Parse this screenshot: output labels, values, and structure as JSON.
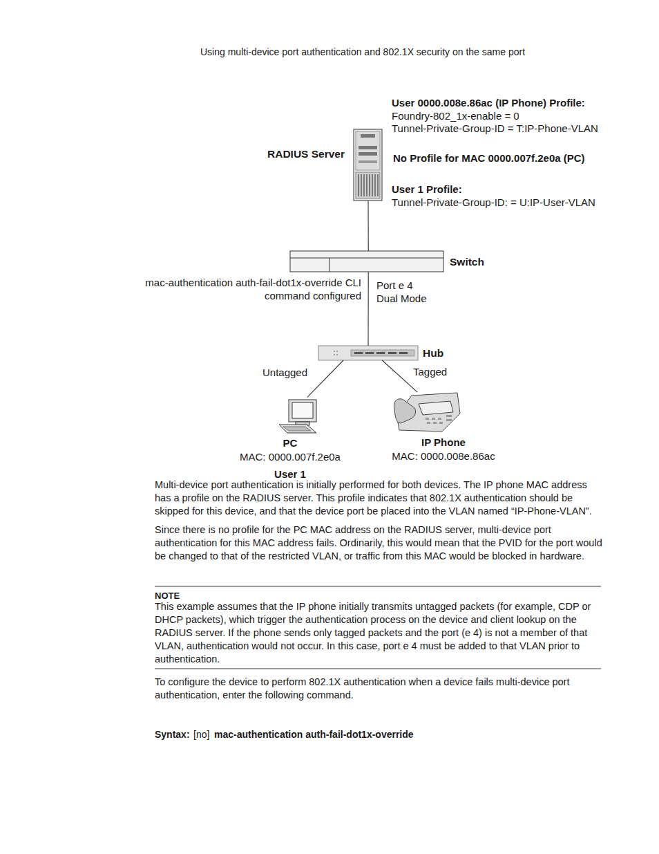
{
  "diagram": {
    "nodes": [
      {
        "text": [
          "RADIUS Server"
        ]
      },
      {
        "text": [
          "Switch"
        ]
      },
      {
        "text": [
          "Hub"
        ]
      },
      {
        "text": [
          "PC",
          "MAC: 0000.007f.2e0a",
          "User 1"
        ]
      },
      {
        "text": [
          "IP Phone",
          "MAC: 0000.008e.86ac"
        ]
      }
    ],
    "edges": [
      {
        "from": 0,
        "to": 1,
        "arrow": "none"
      },
      {
        "from": 1,
        "to": 2,
        "arrow": "none"
      },
      {
        "from": 2,
        "to": 3,
        "label": "Untagged",
        "arrow": "none"
      },
      {
        "from": 2,
        "to": 4,
        "label": "Tagged",
        "arrow": "none"
      }
    ],
    "labels": [
      "Using multi-device port authentication and 802.1X security on the same port",
      "User 0000.008e.86ac (IP Phone) Profile:",
      "Foundry-802_1x-enable = 0",
      "Tunnel-Private-Group-ID = T:IP-Phone-VLAN",
      "No Profile for MAC 0000.007f.2e0a (PC)",
      "User 1 Profile:",
      "Tunnel-Private-Group-ID: = U:IP-User-VLAN",
      "mac-authentication auth-fail-dot1x-override CLI command configured",
      "Port e 4 Dual Mode",
      "Multi-device port authentication is initially performed for both devices. The IP phone MAC address has a profile on the RADIUS server. This profile indicates that 802.1X authentication should be skipped for this device, and that the device port be placed into the VLAN named “IP-Phone-VLAN”.",
      "Since there is no profile for the PC MAC address on the RADIUS server, multi-device port authentication for this MAC address fails. Ordinarily, this would mean that the PVID for the port would be changed to that of the restricted VLAN, or traffic from this MAC would be blocked in hardware.",
      "NOTE",
      "This example assumes that the IP phone initially transmits untagged packets (for example, CDP or DHCP packets), which trigger the authentication process on the device and client lookup on the RADIUS server. If the phone sends only tagged packets and the port (e 4) is not a member of that VLAN, authentication would not occur. In this case, port e 4 must be added to that VLAN prior to authentication.",
      "To configure the device to perform 802.1X authentication when a device fails multi-device port authentication, enter the following command.",
      "Syntax:",
      "[no]",
      "mac-authentication auth-fail-dot1x-override"
    ]
  }
}
